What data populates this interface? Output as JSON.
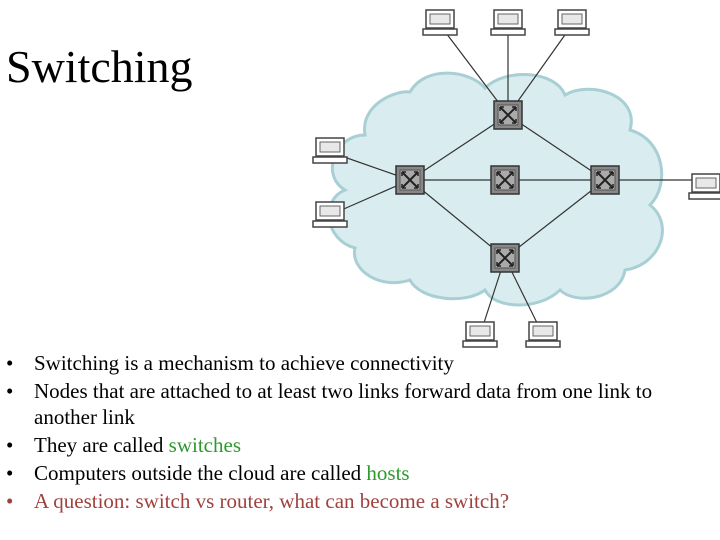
{
  "slide": {
    "title": "Switching",
    "bullet_glyph": "•",
    "bullets": [
      {
        "before": "Switching is a mechanism to achieve connectivity",
        "highlight": "",
        "highlight_color": ""
      },
      {
        "before": "Nodes that are attached to at least two links forward data from one link to another link",
        "highlight": "",
        "highlight_color": ""
      },
      {
        "before": "They are called ",
        "highlight": "switches",
        "highlight_color": "#2d9a2d"
      },
      {
        "before": "Computers outside the cloud are called ",
        "highlight": "hosts",
        "highlight_color": "#2d9a2d"
      },
      {
        "before": "A question: switch vs router, what can become a switch?",
        "highlight": "",
        "highlight_color": "",
        "color": "#a0413e"
      }
    ]
  },
  "diagram": {
    "cloud_color": "#d9ecef",
    "cloud_outline": "#a8cfd4",
    "switch_icon": "switch-icon",
    "host_icon": "computer-icon"
  }
}
